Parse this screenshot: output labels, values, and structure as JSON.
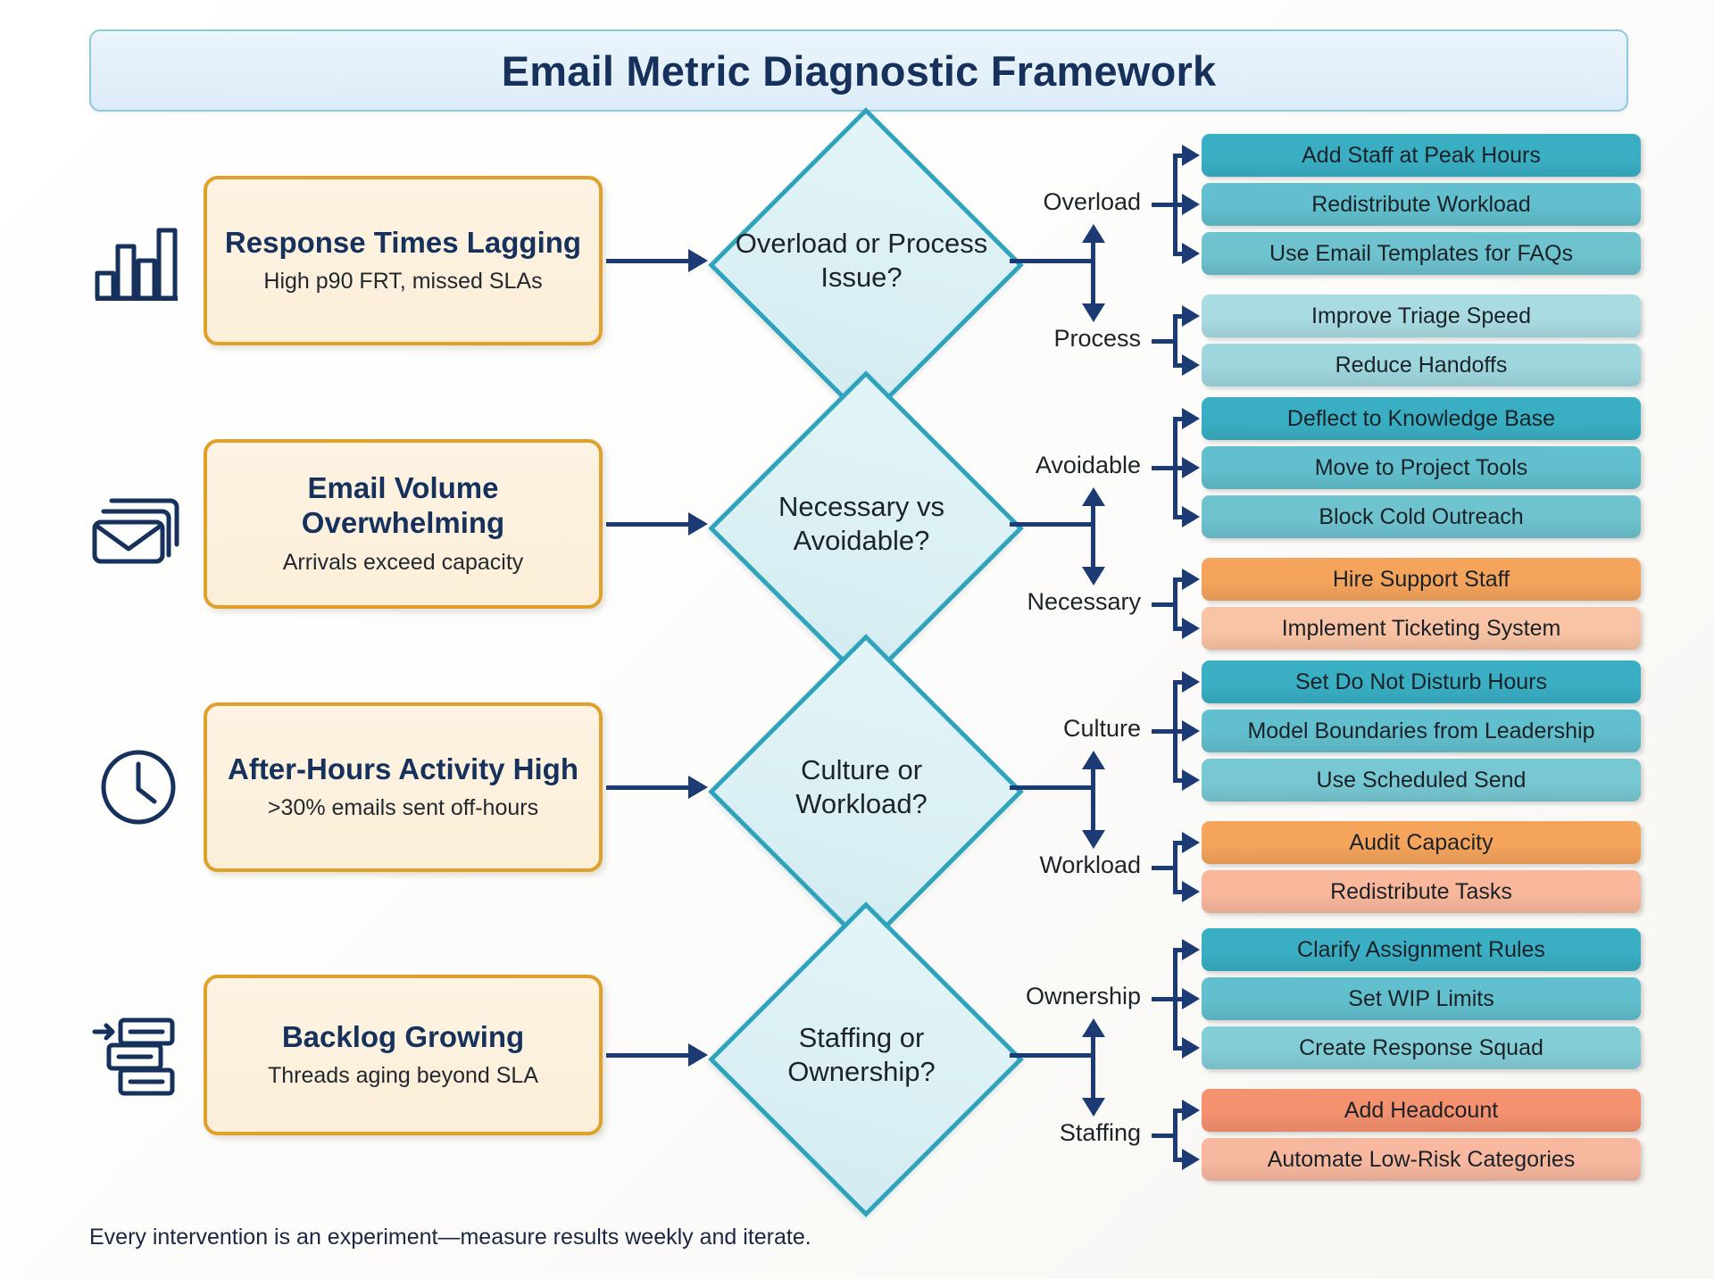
{
  "header": {
    "title": "Email Metric Diagnostic Framework"
  },
  "footer": {
    "note": "Every intervention is an experiment—measure results weekly and iterate."
  },
  "colors": {
    "title_bar_bg": "#e3f0fa",
    "title_text": "#16325c",
    "problem_border": "#e0a02c",
    "problem_fill": "#fdf3e2",
    "diamond_border": "#2ea3bb",
    "diamond_fill": "#dff2f5",
    "connector": "#1c3a74",
    "chip_teal_dark": "#3aafc4",
    "chip_teal_mid": "#62bfcd",
    "chip_teal_light": "#83cdd6",
    "chip_teal_pale": "#a9dce2",
    "chip_orange_dark": "#f5a45c",
    "chip_orange_light": "#f9c4a5",
    "chip_coral_dark": "#f4916f",
    "chip_coral_light": "#f8b8a0"
  },
  "rows": [
    {
      "icon": "bar-chart-icon",
      "problem": {
        "title": "Response Times Lagging",
        "subtitle": "High p90 FRT, missed SLAs"
      },
      "decision": {
        "label": "Overload or Process Issue?"
      },
      "branches": [
        {
          "label": "Overload",
          "actions": [
            {
              "text": "Add Staff at Peak Hours",
              "color": "#3aafc4"
            },
            {
              "text": "Redistribute Workload",
              "color": "#62bfcd"
            },
            {
              "text": "Use Email Templates for FAQs",
              "color": "#6ec3cf"
            }
          ]
        },
        {
          "label": "Process",
          "actions": [
            {
              "text": "Improve Triage Speed",
              "color": "#a9dce2"
            },
            {
              "text": "Reduce Handoffs",
              "color": "#9ed6de"
            }
          ]
        }
      ]
    },
    {
      "icon": "stacked-envelopes-icon",
      "problem": {
        "title": "Email Volume Overwhelming",
        "subtitle": "Arrivals exceed capacity"
      },
      "decision": {
        "label": "Necessary vs Avoidable?"
      },
      "branches": [
        {
          "label": "Avoidable",
          "actions": [
            {
              "text": "Deflect to Knowledge Base",
              "color": "#3aafc4"
            },
            {
              "text": "Move to Project Tools",
              "color": "#62bfcd"
            },
            {
              "text": "Block Cold Outreach",
              "color": "#6ec3cf"
            }
          ]
        },
        {
          "label": "Necessary",
          "actions": [
            {
              "text": "Hire Support Staff",
              "color": "#f5a45c"
            },
            {
              "text": "Implement Ticketing System",
              "color": "#f9c4a5"
            }
          ]
        }
      ]
    },
    {
      "icon": "clock-icon",
      "problem": {
        "title": "After-Hours Activity High",
        "subtitle": ">30% emails sent off-hours"
      },
      "decision": {
        "label": "Culture or Workload?"
      },
      "branches": [
        {
          "label": "Culture",
          "actions": [
            {
              "text": "Set Do Not Disturb Hours",
              "color": "#3aafc4"
            },
            {
              "text": "Model Boundaries from Leadership",
              "color": "#62bfcd"
            },
            {
              "text": "Use Scheduled Send",
              "color": "#78c8d3"
            }
          ]
        },
        {
          "label": "Workload",
          "actions": [
            {
              "text": "Audit Capacity",
              "color": "#f5a45c"
            },
            {
              "text": "Redistribute Tasks",
              "color": "#f9b89b"
            }
          ]
        }
      ]
    },
    {
      "icon": "backlog-stack-icon",
      "problem": {
        "title": "Backlog Growing",
        "subtitle": "Threads aging beyond SLA"
      },
      "decision": {
        "label": "Staffing or Ownership?"
      },
      "branches": [
        {
          "label": "Ownership",
          "actions": [
            {
              "text": "Clarify Assignment Rules",
              "color": "#3aafc4"
            },
            {
              "text": "Set WIP Limits",
              "color": "#62bfcd"
            },
            {
              "text": "Create Response Squad",
              "color": "#83cdd6"
            }
          ]
        },
        {
          "label": "Staffing",
          "actions": [
            {
              "text": "Add Headcount",
              "color": "#f4916f"
            },
            {
              "text": "Automate Low-Risk Categories",
              "color": "#f8b8a0"
            }
          ]
        }
      ]
    }
  ]
}
